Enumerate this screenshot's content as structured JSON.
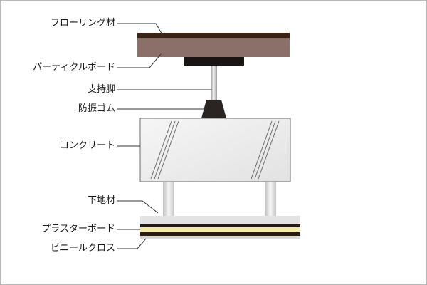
{
  "labels": {
    "flooring": "フローリング材",
    "particle_board": "パーティクルボード",
    "support_leg": "支持脚",
    "rubber": "防振ゴム",
    "concrete": "コンクリート",
    "base_material": "下地材",
    "plaster_board": "プラスターボード",
    "vinyl_cloth": "ビニールクロス"
  },
  "colors": {
    "flooring_top": "#3a2416",
    "particle_board": "#8a7069",
    "pad": "#1a1412",
    "rubber": "#2a2422",
    "concrete": "#ececec",
    "plaster": "#e8e4cf",
    "plaster_stripe": "#f3eca8",
    "leader": "#333333"
  }
}
